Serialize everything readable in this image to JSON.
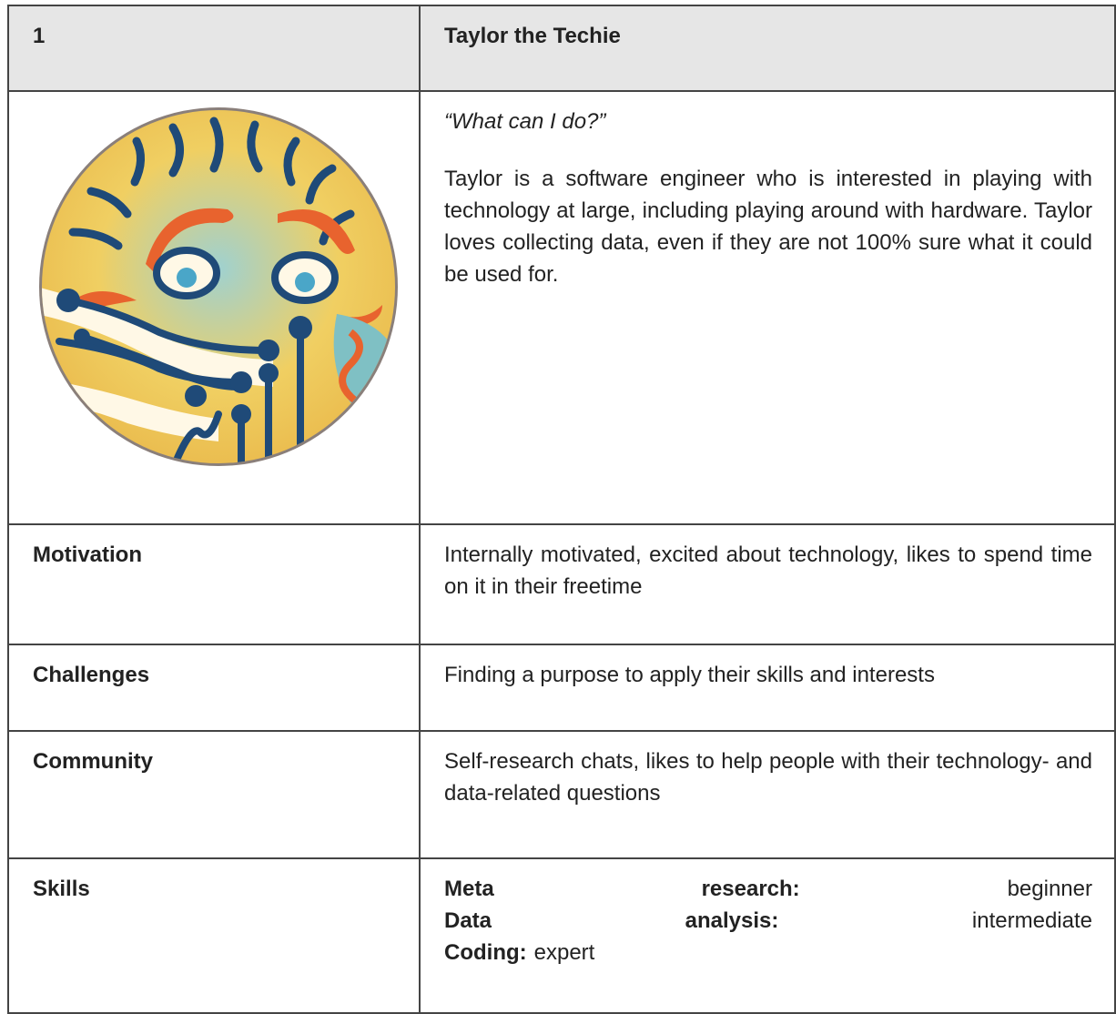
{
  "header": {
    "number": "1",
    "name": "Taylor the Techie"
  },
  "profile": {
    "quote": "“What can I do?”",
    "description": "Taylor is a software engineer who is interested in playing with technology at large, including playing around with hardware. Taylor loves collecting data, even if they are not 100% sure what it could be used for.",
    "avatar_icon": "sun-face-circuit-illustration"
  },
  "rows": {
    "motivation": {
      "label": "Motivation",
      "value": "Internally motivated, excited about technology, likes to spend time on it in their freetime"
    },
    "challenges": {
      "label": "Challenges",
      "value": "Finding a purpose to apply their skills and interests"
    },
    "community": {
      "label": "Community",
      "value": "Self-research chats, likes to help people with their technology- and data-related questions"
    }
  },
  "skills": {
    "label": "Skills",
    "items": [
      {
        "word1": "Meta",
        "word2": "research:",
        "level": "beginner"
      },
      {
        "word1": "Data",
        "word2": "analysis:",
        "level": "intermediate"
      },
      {
        "word1": "Coding:",
        "level": "expert"
      }
    ]
  },
  "colors": {
    "header_bg": "#e6e6e6",
    "border": "#444444",
    "avatar_ring": "#8a7f7a",
    "avatar_navy": "#1f4a78",
    "avatar_orange": "#e8632e",
    "avatar_yellow": "#f1c84b",
    "avatar_teal": "#7fc0c4"
  }
}
